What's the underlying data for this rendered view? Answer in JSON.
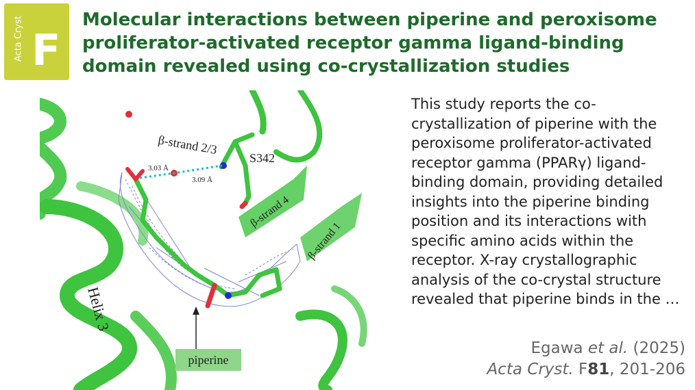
{
  "badge": {
    "journal": "Acta Cryst",
    "section": "F",
    "color": "#c9d23a"
  },
  "title": "Molecular interactions between piperine and peroxisome proliferator-activated receptor gamma ligand-binding domain revealed using co-crystallization studies",
  "figure": {
    "labels": {
      "strand23": "β-strand 2/3",
      "s342": "S342",
      "dist1": "3.03 Å",
      "dist2": "3.09 Å",
      "strand4": "β-strand 4",
      "strand1": "β-strand 1",
      "helix3": "Helix 3",
      "piperine": "piperine"
    },
    "colors": {
      "protein": "#3ec43e",
      "mesh": "#7f86d6",
      "oxygen": "#e0313b",
      "nitrogen": "#1c2bd8",
      "hbond": "#22b4d8",
      "label_box": "#8fd68a"
    }
  },
  "abstract": "This study reports the co-crystallization of piperine with the peroxisome proliferator-activated receptor gamma (PPARγ) ligand-binding domain, providing detailed insights into the piperine binding position and its interactions with specific amino acids within the receptor. X-ray crystallographic analysis of the co-crystal structure revealed that piperine binds in the …",
  "citation": {
    "authors": "Egawa",
    "etal": "et al.",
    "year": "(2025)",
    "journal": "Acta Cryst.",
    "section": "F",
    "volume": "81",
    "pages": ", 201-206"
  }
}
